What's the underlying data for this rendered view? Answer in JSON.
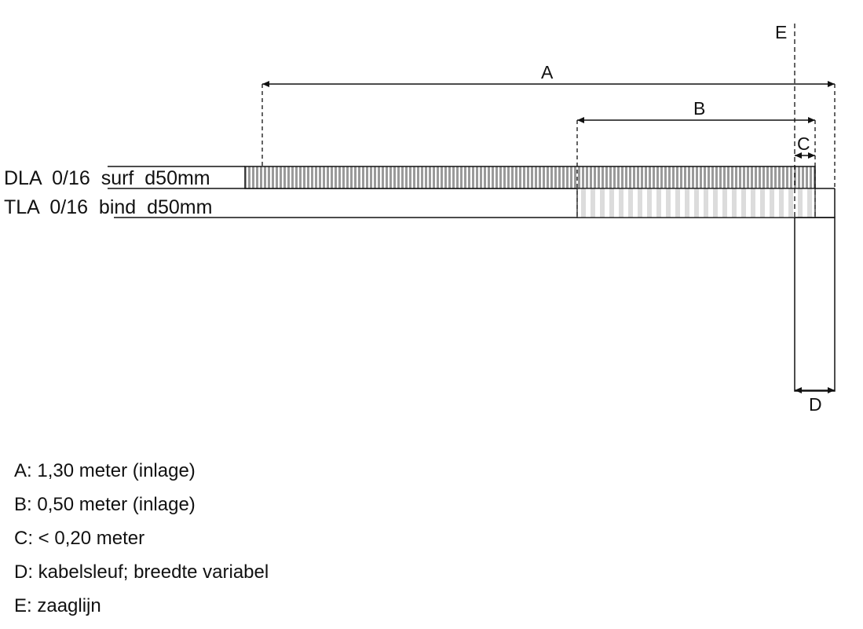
{
  "layers": [
    {
      "label": "DLA  0/16  surf  d50mm"
    },
    {
      "label": "TLA  0/16  bind  d50mm"
    }
  ],
  "dimensions": {
    "A": "A",
    "B": "B",
    "C": "C",
    "D": "D",
    "E": "E"
  },
  "legend": [
    {
      "text": "A: 1,30 meter (inlage)"
    },
    {
      "text": "B: 0,50 meter (inlage)"
    },
    {
      "text": "C: < 0,20 meter"
    },
    {
      "text": "D: kabelsleuf; breedte variabel"
    },
    {
      "text": "E: zaaglijn"
    }
  ]
}
